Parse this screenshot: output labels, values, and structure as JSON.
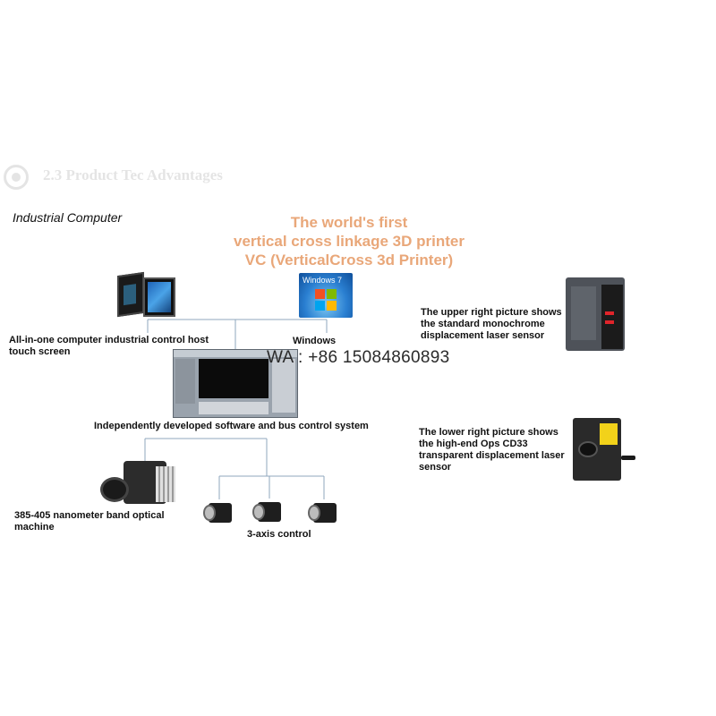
{
  "header": {
    "text": "2.3 Product Tec Advantages"
  },
  "industrial_computer_label": "Industrial Computer",
  "title": {
    "line1": "The world's first",
    "line2": "vertical cross linkage 3D printer",
    "line3": "VC (VerticalCross 3d Printer)"
  },
  "windows_badge_text": "Windows 7",
  "labels": {
    "all_in_one": "All-in-one computer industrial control host touch screen",
    "windows": "Windows",
    "software": "Independently developed software and bus control system",
    "optical": "385-405 nanometer band optical machine",
    "axis": "3-axis control",
    "sensor_upper": "The upper right picture shows the standard monochrome displacement laser sensor",
    "sensor_lower": "The lower right picture shows the high-end Ops CD33 transparent displacement laser sensor"
  },
  "watermark": "WA : +86 15084860893",
  "colors": {
    "title": "#e9a779",
    "line": "#8fa7bd"
  }
}
